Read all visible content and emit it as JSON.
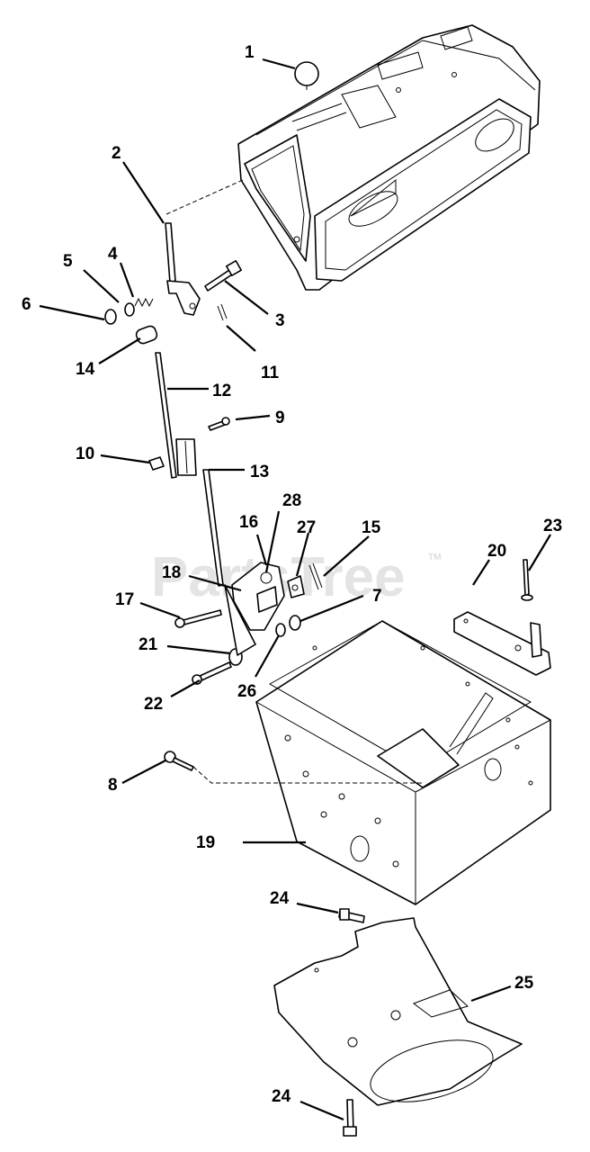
{
  "watermark": {
    "text": "PartsTree",
    "trademark": "TM"
  },
  "callouts": [
    "1",
    "2",
    "3",
    "4",
    "5",
    "6",
    "7",
    "8",
    "9",
    "10",
    "11",
    "12",
    "13",
    "14",
    "15",
    "16",
    "17",
    "18",
    "19",
    "20",
    "21",
    "22",
    "23",
    "24",
    "24",
    "25",
    "26",
    "27",
    "28"
  ]
}
